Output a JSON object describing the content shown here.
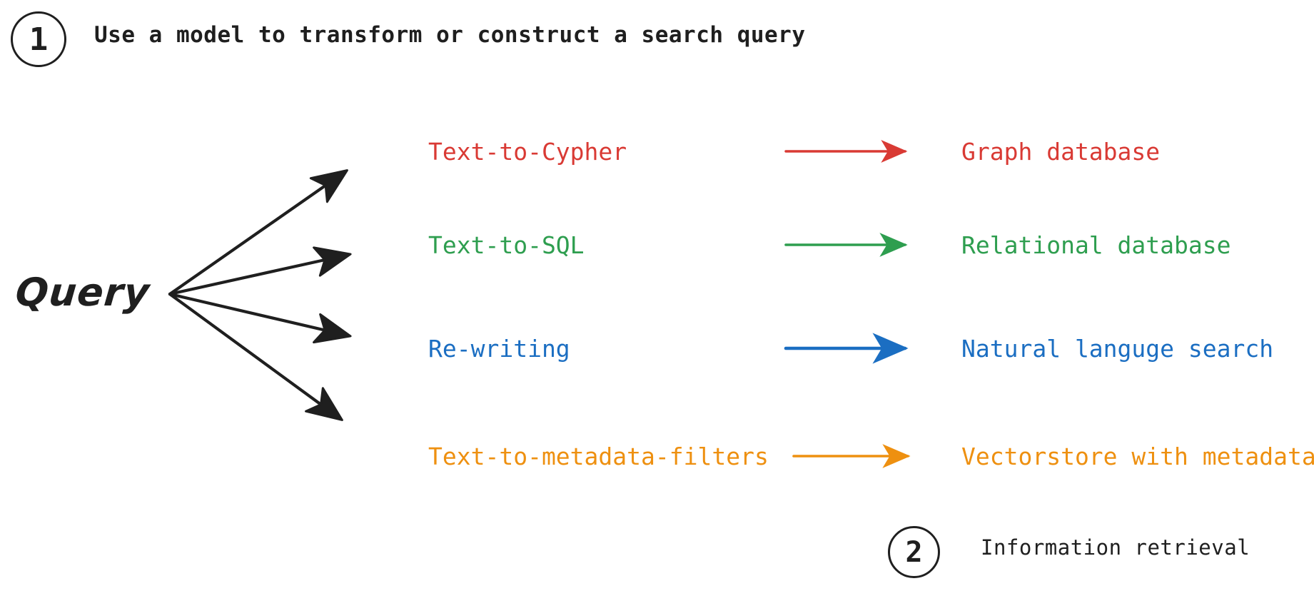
{
  "steps": [
    {
      "number": "1",
      "caption": "Use a model to transform or construct a search query"
    },
    {
      "number": "2",
      "caption": "Information retrieval"
    }
  ],
  "source": {
    "label": "Query"
  },
  "colors": {
    "text": "#1f1f1f",
    "red": "#d93a34",
    "green": "#2e9e4f",
    "blue": "#1b6ec2",
    "orange": "#ee9010"
  },
  "rows": [
    {
      "method": "Text-to-Cypher",
      "target": "Graph database",
      "color": "#d93a34"
    },
    {
      "method": "Text-to-SQL",
      "target": "Relational database",
      "color": "#2e9e4f"
    },
    {
      "method": "Re-writing",
      "target": "Natural languge search",
      "color": "#1b6ec2"
    },
    {
      "method": "Text-to-metadata-filters",
      "target": "Vectorstore with metadata",
      "color": "#ee9010"
    }
  ]
}
